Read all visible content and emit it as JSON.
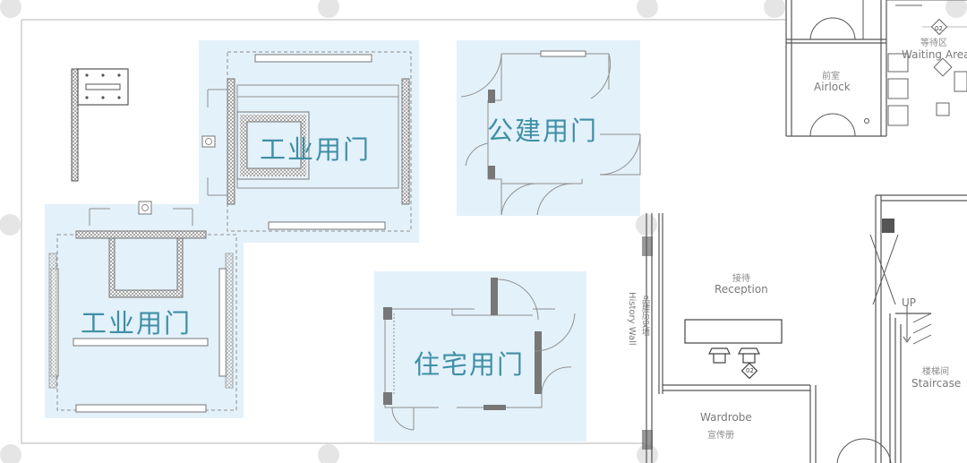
{
  "zones": {
    "industrial_door_top": "工业用门",
    "public_door": "公建用门",
    "industrial_door_bottom": "工业用门",
    "residential_door": "住宅用门"
  },
  "rooms": {
    "airlock_cn": "前室",
    "airlock_en": "Airlock",
    "waiting_cn": "等待区",
    "waiting_en": "Waiting Area",
    "reception_cn": "接待",
    "reception_en": "Reception",
    "history_wall_cn": "品牌历史墙",
    "history_wall_en": "History Wall",
    "up_label": "UP",
    "staircase_cn": "楼梯间",
    "staircase_en": "Staircase",
    "wardrobe_en": "Wardrobe",
    "wardrobe_cn": "宣传册"
  },
  "markers": {
    "m_top": "02",
    "m_reception": "02"
  },
  "colors": {
    "zone_fill": "#e3f1fa",
    "label": "#3f8fa6",
    "line": "#8f8f8f",
    "wall": "#555555"
  }
}
